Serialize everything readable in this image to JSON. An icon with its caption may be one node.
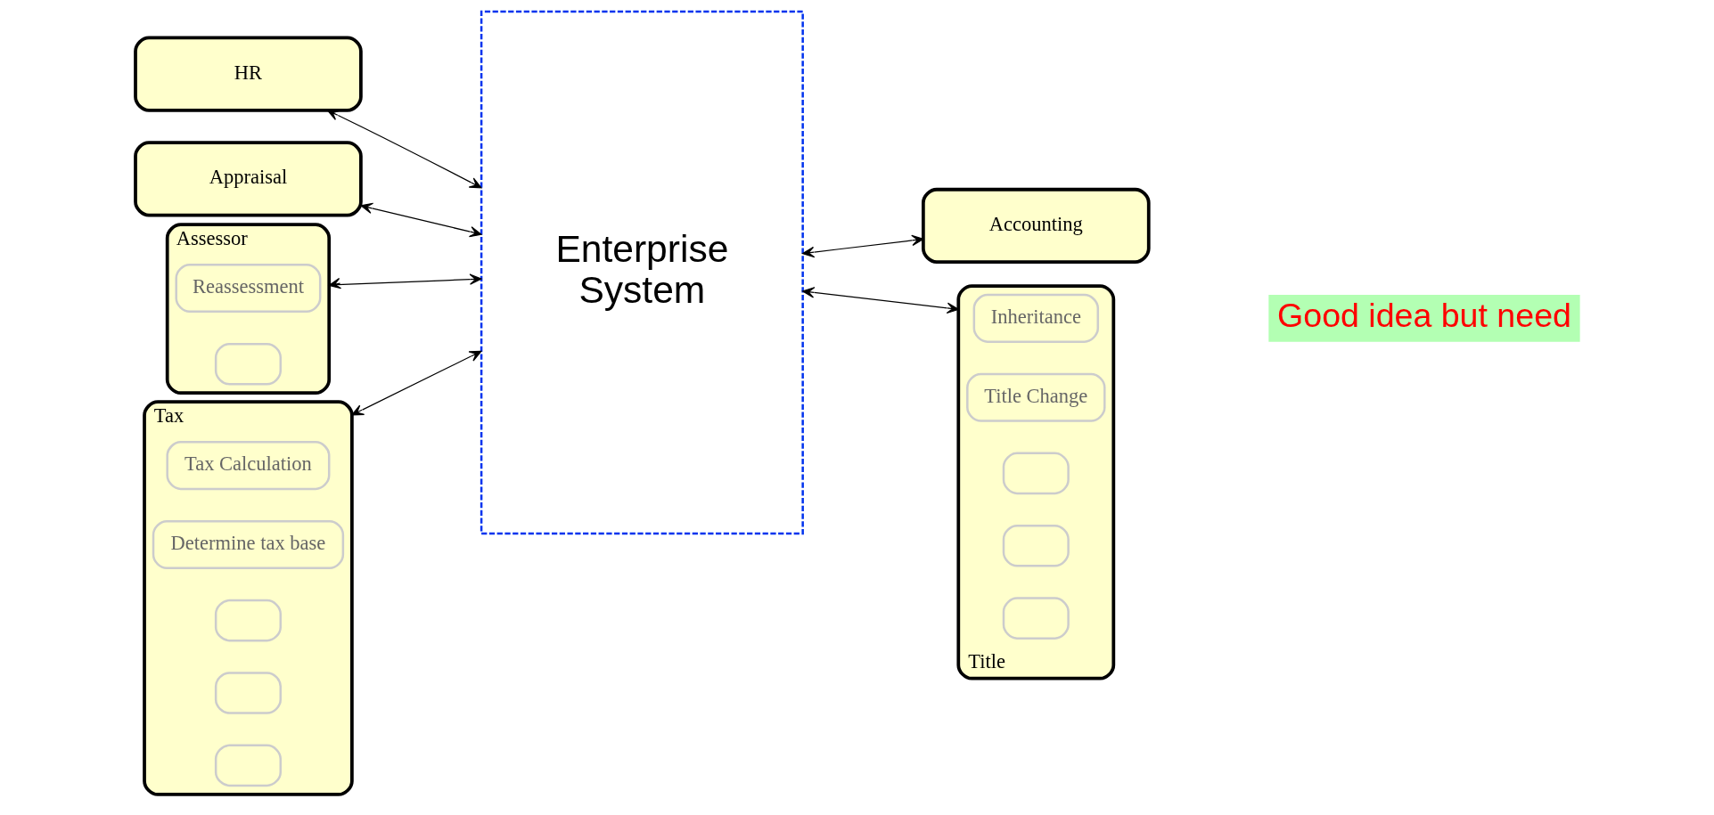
{
  "diagram": {
    "nodes": [
      {
        "text": [
          "HR"
        ]
      },
      {
        "text": [
          "Appraisal"
        ]
      },
      {
        "text": [
          "Accounting"
        ]
      },
      {
        "text": [
          "Assessor"
        ]
      },
      {
        "text": [
          "Reassessment"
        ],
        "in": 3
      },
      {
        "text": [],
        "shape": "box",
        "in": 3
      },
      {
        "text": [
          "Enterprise System"
        ]
      },
      {
        "text": [
          "Title"
        ]
      },
      {
        "text": [
          "Inheritance"
        ],
        "in": 7
      },
      {
        "text": [
          "Title Change"
        ],
        "in": 7
      },
      {
        "text": [],
        "shape": "box",
        "in": 7
      },
      {
        "text": [],
        "shape": "box",
        "in": 7
      },
      {
        "text": [],
        "shape": "box",
        "in": 7
      },
      {
        "text": [
          "Tax"
        ]
      },
      {
        "text": [
          "Tax Calculation"
        ],
        "in": 13
      },
      {
        "text": [
          "Determine tax base"
        ],
        "in": 13
      },
      {
        "text": [],
        "shape": "box",
        "in": 13
      },
      {
        "text": [],
        "shape": "box",
        "in": 13
      },
      {
        "text": [],
        "shape": "box",
        "in": 13
      }
    ],
    "edges": [
      {
        "from": 0,
        "to": 6,
        "arrow": "both"
      },
      {
        "from": 1,
        "to": 6,
        "arrow": "both"
      },
      {
        "from": 6,
        "to": 2,
        "arrow": "both"
      },
      {
        "from": 3,
        "to": 6,
        "arrow": "both"
      },
      {
        "from": 6,
        "to": 7,
        "arrow": "both"
      },
      {
        "from": 13,
        "to": 6,
        "arrow": "both"
      }
    ],
    "labels": [
      "Good idea but need"
    ]
  }
}
